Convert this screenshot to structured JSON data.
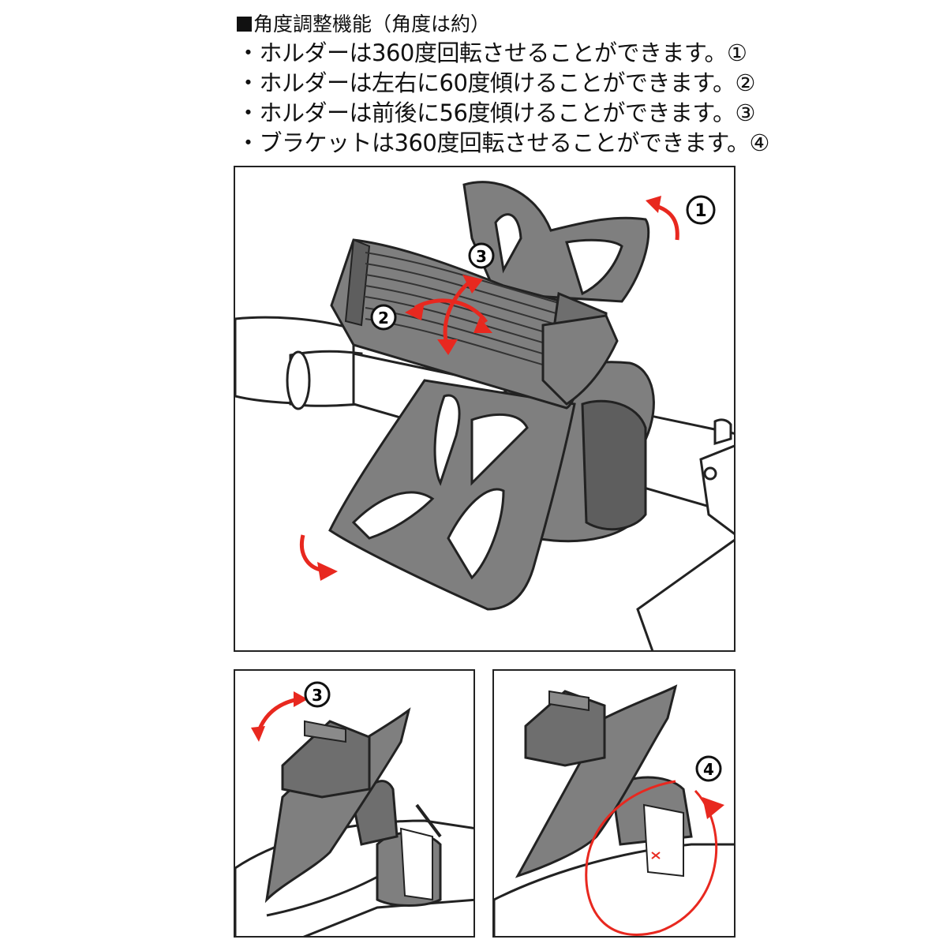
{
  "heading": {
    "marker": "■",
    "text": "角度調整機能（角度は約）"
  },
  "items": [
    {
      "text": "・ホルダーは360度回転させることができます。",
      "mark": "①"
    },
    {
      "text": "・ホルダーは左右に60度傾けることができます。",
      "mark": "②"
    },
    {
      "text": "・ホルダーは前後に56度傾けることができます。",
      "mark": "③"
    },
    {
      "text": "・ブラケットは360度回転させることができます。",
      "mark": "④"
    }
  ],
  "diagram": {
    "main_badges": [
      "1",
      "2",
      "3"
    ],
    "side_view_badge": "3",
    "bracket_view_badge": "4"
  },
  "colors": {
    "arrow_red": "#e8281f",
    "mount_gray": "#7f7f7f",
    "mount_dark": "#5e5e5e",
    "outline": "#222222"
  }
}
